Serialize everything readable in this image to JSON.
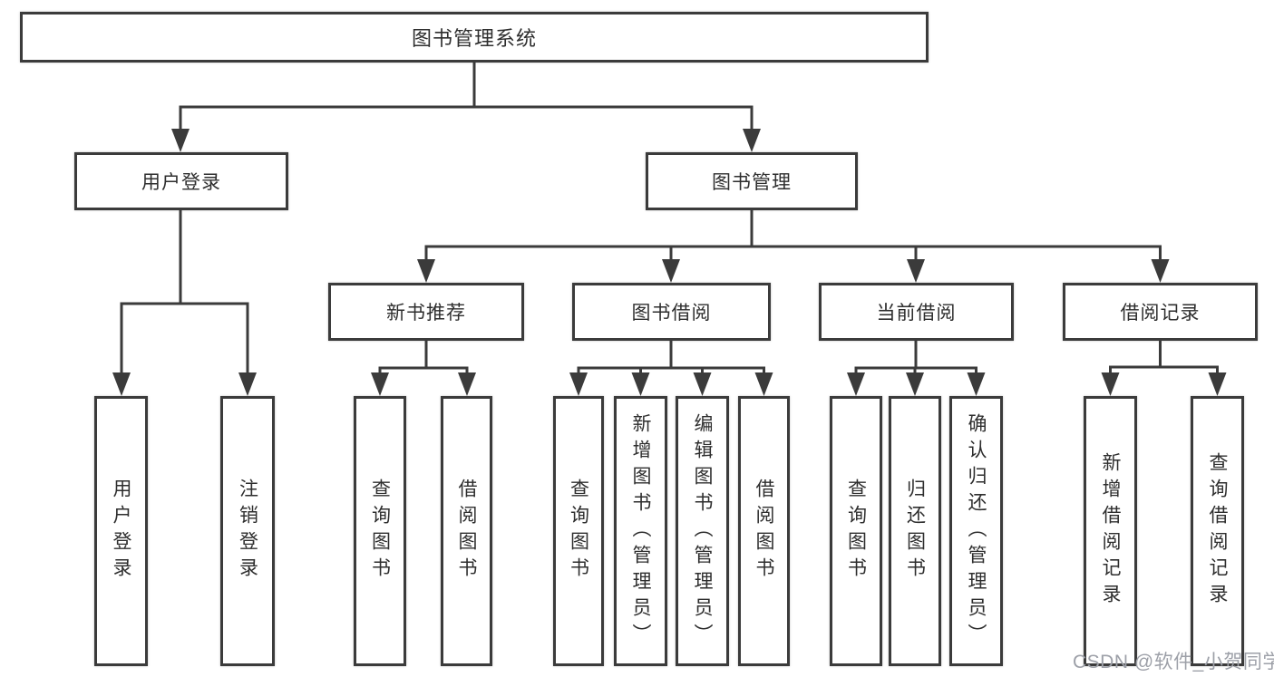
{
  "diagram": {
    "title": "图书管理系统",
    "tree": {
      "label": "图书管理系统",
      "children": [
        {
          "label": "用户登录",
          "children": [
            {
              "label": "用户登录"
            },
            {
              "label": "注销登录"
            }
          ]
        },
        {
          "label": "图书管理",
          "children": [
            {
              "label": "新书推荐",
              "children": [
                {
                  "label": "查询图书"
                },
                {
                  "label": "借阅图书"
                }
              ]
            },
            {
              "label": "图书借阅",
              "children": [
                {
                  "label": "查询图书"
                },
                {
                  "label": "新增图书（管理员）"
                },
                {
                  "label": "编辑图书（管理员）"
                },
                {
                  "label": "借阅图书"
                }
              ]
            },
            {
              "label": "当前借阅",
              "children": [
                {
                  "label": "查询图书"
                },
                {
                  "label": "归还图书"
                },
                {
                  "label": "确认归还（管理员）"
                }
              ]
            },
            {
              "label": "借阅记录",
              "children": [
                {
                  "label": "新增借阅记录"
                },
                {
                  "label": "查询借阅记录"
                }
              ]
            }
          ]
        }
      ]
    },
    "colors": {
      "line": "#3b3b3b",
      "box_border": "#3b3b3b",
      "box_fill": "#ffffff",
      "text": "#2e2e2e",
      "watermark": "#9da0a8"
    }
  },
  "watermark": {
    "text": "CSDN @软件_小贺同学"
  }
}
